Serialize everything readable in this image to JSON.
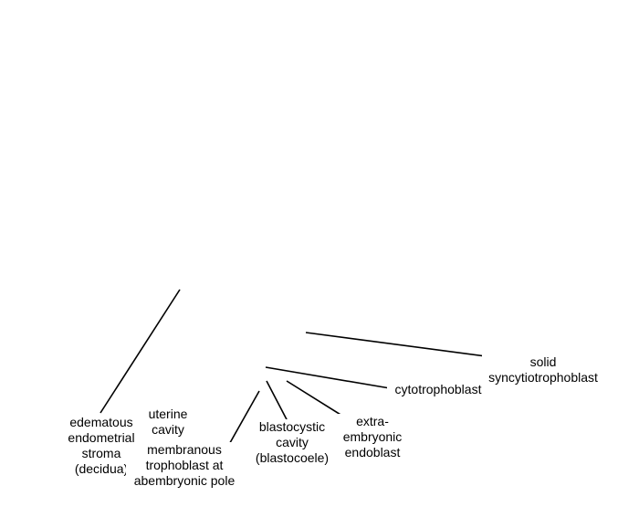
{
  "labels": {
    "edematous_stroma": "edematous\nendometrial\nstroma\n(decidua)",
    "uterine_cavity": "uterine\ncavity",
    "membranous_trophoblast": "membranous\ntrophoblast at\nabembryonic pole",
    "blastocystic_cavity": "blastocystic\ncavity\n(blastocoele)",
    "extraembryonic_endoblast": "extra-\nembryonic\nendoblast",
    "cytotrophoblast": "cytotrophoblast",
    "solid_syncytiotrophoblast": "solid\nsyncytiotrophoblast"
  },
  "colors": {
    "background": "#ffffff",
    "line": "#000000",
    "text": "#000000"
  }
}
